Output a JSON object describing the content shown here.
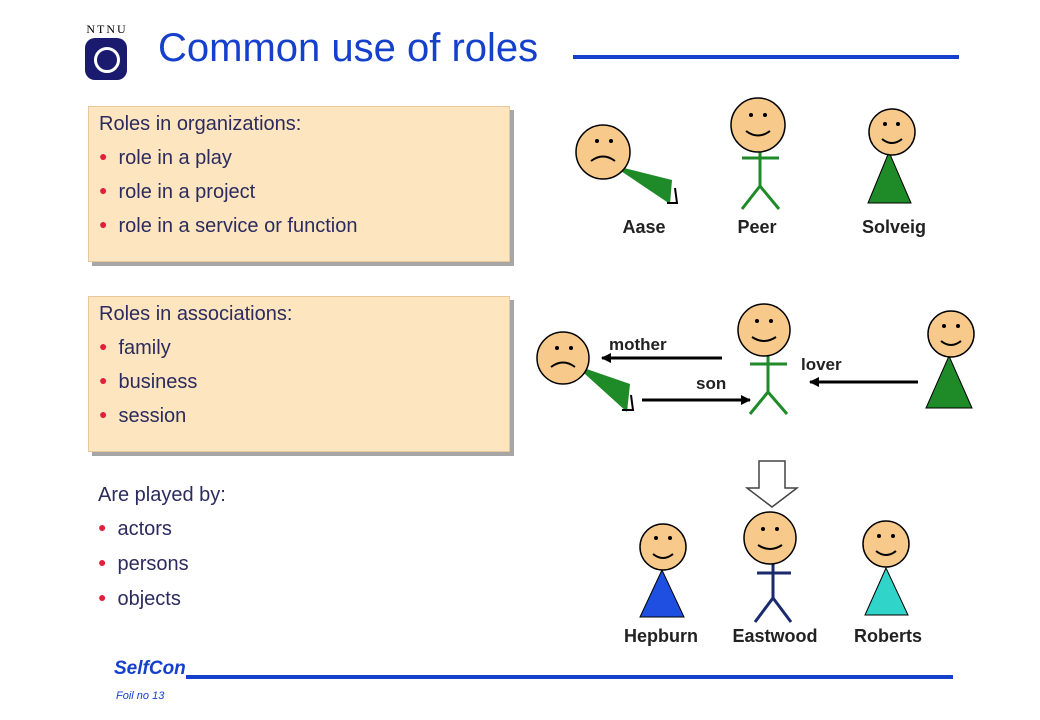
{
  "logo": {
    "text": "NTNU"
  },
  "title": "Common use of roles",
  "organizations": {
    "heading": "Roles in organizations:",
    "items": [
      "role in a play",
      "role in a project",
      "role in a service or function"
    ]
  },
  "associations": {
    "heading": "Roles in associations:",
    "items": [
      "family",
      "business",
      "session"
    ]
  },
  "played_by": {
    "heading": "Are played by:",
    "items": [
      "actors",
      "persons",
      "objects"
    ]
  },
  "diagram": {
    "top_names": [
      "Aase",
      "Peer",
      "Solveig"
    ],
    "relations": {
      "mother": "mother",
      "son": "son",
      "lover": "lover"
    },
    "actor_names": [
      "Hepburn",
      "Eastwood",
      "Roberts"
    ],
    "colors": {
      "skin": "#f7c98b",
      "green": "#1e8a28",
      "blue": "#1f4fe0",
      "cyan": "#30d4c8",
      "navy": "#1a2a6e",
      "accent": "#1540cc",
      "bullet": "#e0203c",
      "box": "#fde5c0"
    }
  },
  "footer": {
    "brand": "SelfCon",
    "foil": "Foil no 13"
  }
}
